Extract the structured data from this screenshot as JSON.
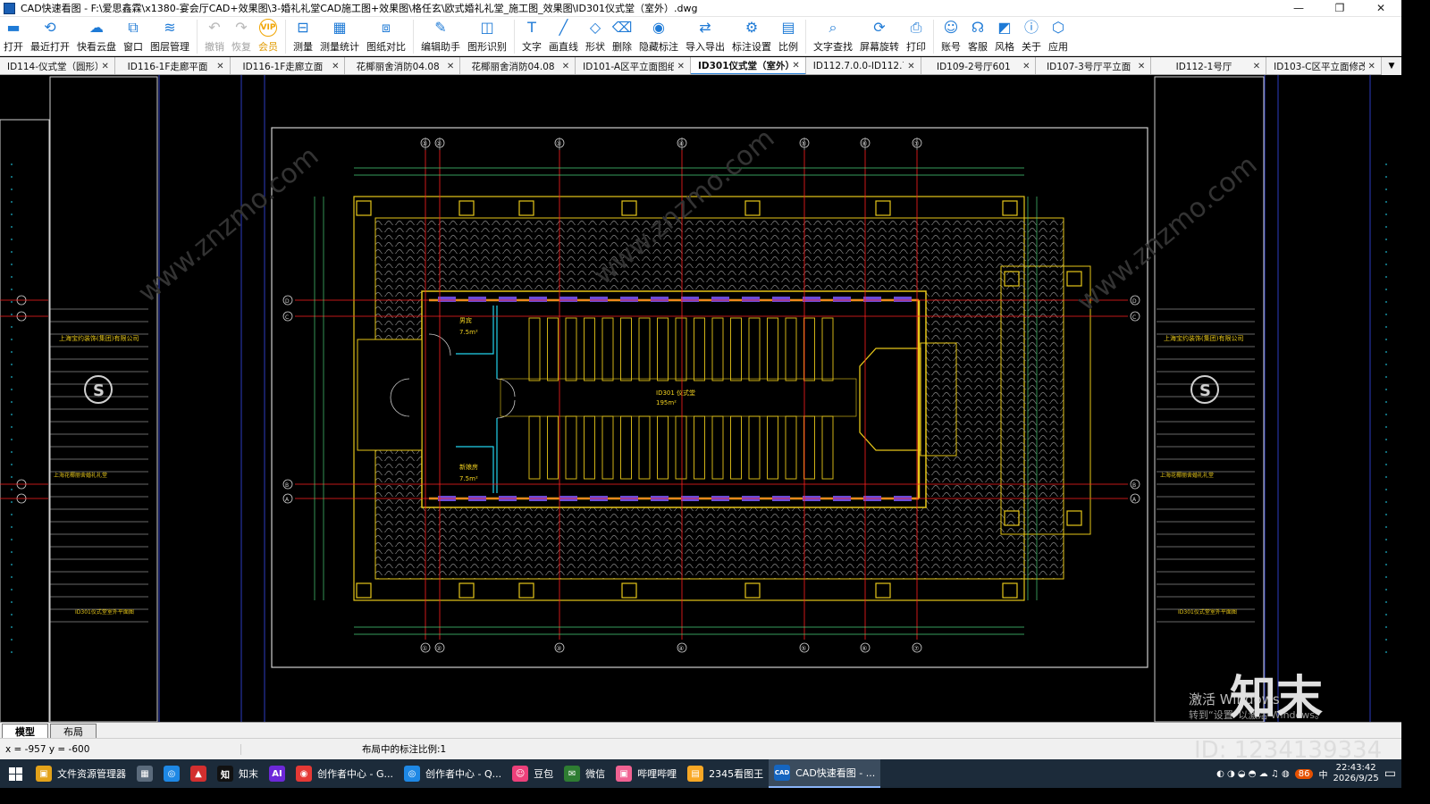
{
  "titlebar": {
    "title": "CAD快速看图 - F:\\爱思鑫霖\\x1380-宴会厅CAD+效果图\\3-婚礼礼堂CAD施工图+效果图\\格任玄\\欧式婚礼礼堂_施工图_效果图\\ID301仪式堂（室外）.dwg",
    "min": "—",
    "max": "❐",
    "close": "✕"
  },
  "toolbar": [
    {
      "label": "打开",
      "icon": "▬",
      "state": "n"
    },
    {
      "label": "最近打开",
      "icon": "⟲",
      "state": "n"
    },
    {
      "label": "快看云盘",
      "icon": "☁",
      "state": "n"
    },
    {
      "label": "窗口",
      "icon": "⧉",
      "state": "n"
    },
    {
      "label": "图层管理",
      "icon": "≋",
      "state": "n"
    },
    {
      "label": "撤销",
      "icon": "↶",
      "state": "dis"
    },
    {
      "label": "恢复",
      "icon": "↷",
      "state": "dis"
    },
    {
      "label": "会员",
      "icon": "VIP",
      "state": "vip"
    },
    {
      "label": "测量",
      "icon": "⊟",
      "state": "n"
    },
    {
      "label": "测量统计",
      "icon": "▦",
      "state": "n"
    },
    {
      "label": "图纸对比",
      "icon": "⧈",
      "state": "n"
    },
    {
      "label": "编辑助手",
      "icon": "✎",
      "state": "n"
    },
    {
      "label": "图形识别",
      "icon": "◫",
      "state": "n"
    },
    {
      "label": "文字",
      "icon": "T",
      "state": "n"
    },
    {
      "label": "画直线",
      "icon": "╱",
      "state": "n"
    },
    {
      "label": "形状",
      "icon": "◇",
      "state": "n"
    },
    {
      "label": "删除",
      "icon": "⌫",
      "state": "n"
    },
    {
      "label": "隐藏标注",
      "icon": "◉",
      "state": "n"
    },
    {
      "label": "导入导出",
      "icon": "⇄",
      "state": "n"
    },
    {
      "label": "标注设置",
      "icon": "⚙",
      "state": "n"
    },
    {
      "label": "比例",
      "icon": "▤",
      "state": "n"
    },
    {
      "label": "文字查找",
      "icon": "⌕",
      "state": "n"
    },
    {
      "label": "屏幕旋转",
      "icon": "⟳",
      "state": "n"
    },
    {
      "label": "打印",
      "icon": "⎙",
      "state": "n"
    },
    {
      "label": "账号",
      "icon": "☺",
      "state": "n"
    },
    {
      "label": "客服",
      "icon": "☊",
      "state": "n"
    },
    {
      "label": "风格",
      "icon": "◩",
      "state": "n"
    },
    {
      "label": "关于",
      "icon": "ⓘ",
      "state": "n"
    },
    {
      "label": "应用",
      "icon": "⬡",
      "state": "n"
    }
  ],
  "tabs": [
    {
      "label": "ID114-仪式堂（圆形）",
      "active": false
    },
    {
      "label": "ID116-1F走廊平面",
      "active": false
    },
    {
      "label": "ID116-1F走廊立面",
      "active": false
    },
    {
      "label": "花椰丽舍消防04.08",
      "active": false
    },
    {
      "label": "花椰丽舍消防04.08",
      "active": false
    },
    {
      "label": "ID101-A区平立面图纸",
      "active": false
    },
    {
      "label": "ID301仪式堂（室外）",
      "active": true
    },
    {
      "label": "ID112.7.0.0-ID112.7…",
      "active": false
    },
    {
      "label": "ID109-2号厅601",
      "active": false
    },
    {
      "label": "ID107-3号厅平立面",
      "active": false
    },
    {
      "label": "ID112-1号厅",
      "active": false
    },
    {
      "label": "ID103-C区平立面修改",
      "active": false
    }
  ],
  "tab_menu": "▼",
  "drawing": {
    "room_name": "ID301 仪式堂",
    "room_area": "195m²",
    "sub_room_top": "男宾",
    "sub_room_top_area": "7.5m²",
    "sub_room_bottom": "新娘房",
    "sub_room_bottom_area": "7.5m²",
    "grid_cols": [
      "①",
      "②",
      "③",
      "④",
      "⑤",
      "⑥",
      "⑦"
    ],
    "grid_rows_left": [
      "D",
      "C",
      "B",
      "A"
    ],
    "side_company": "上海宝约装饰(集团)有限公司",
    "side_project": "上海花椰丽舍婚礼礼堂",
    "side_sheet": "ID301仪式堂室外平面图"
  },
  "watermarks": {
    "site": "www.znzmo.com",
    "brand": "知末",
    "id_text": "ID: 1234139334",
    "activate_title": "激活 Windows",
    "activate_sub": "转到“设置”以激活 Windows。"
  },
  "layout_tabs": [
    {
      "label": "模型",
      "active": true
    },
    {
      "label": "布局",
      "active": false
    }
  ],
  "status": {
    "coords": "x = -957  y = -600",
    "scale_text": "布局中的标注比例:1"
  },
  "taskbar": [
    {
      "label": "文件资源管理器",
      "color": "#e3a21a",
      "glyph": "▣"
    },
    {
      "label": "",
      "color": "#5b6b7c",
      "glyph": "▦"
    },
    {
      "label": "",
      "color": "#1e88e5",
      "glyph": "◎"
    },
    {
      "label": "",
      "color": "#d32f2f",
      "glyph": "▲"
    },
    {
      "label": "知末",
      "color": "#111111",
      "glyph": "知"
    },
    {
      "label": "",
      "color": "#6d28d9",
      "glyph": "AI"
    },
    {
      "label": "创作者中心 - G...",
      "color": "#e53935",
      "glyph": "◉"
    },
    {
      "label": "创作者中心 - Q...",
      "color": "#1e88e5",
      "glyph": "◎"
    },
    {
      "label": "豆包",
      "color": "#ec407a",
      "glyph": "☺"
    },
    {
      "label": "微信",
      "color": "#2e7d32",
      "glyph": "✉"
    },
    {
      "label": "哔哩哔哩",
      "color": "#f06292",
      "glyph": "▣"
    },
    {
      "label": "2345看图王",
      "color": "#f9a825",
      "glyph": "▤"
    },
    {
      "label": "CAD快速看图 - ...",
      "color": "#1565c0",
      "glyph": "CAD",
      "active": true
    }
  ],
  "tray": {
    "ime": "中",
    "time": "22:43:42",
    "date": "2026/9/25",
    "badge": "86"
  }
}
